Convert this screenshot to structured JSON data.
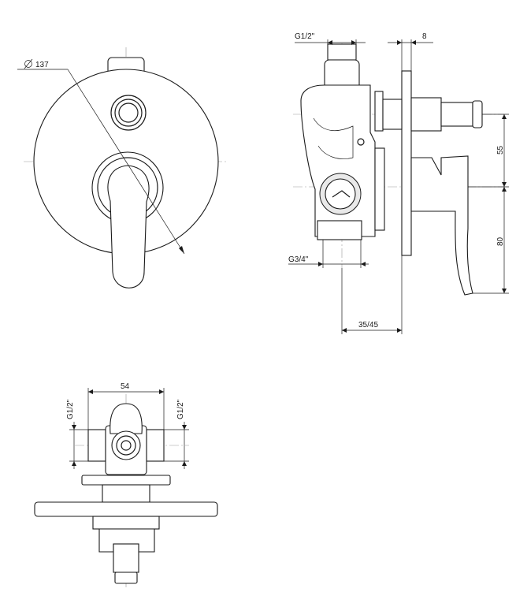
{
  "dimensions": {
    "diameter": "137",
    "g_top": "G1/2\"",
    "plate_thickness": "8",
    "height_upper": "55",
    "height_lower": "80",
    "g_bottom": "G3/4\"",
    "depth": "35/45",
    "width": "54",
    "g_left": "G1/2\"",
    "g_right": "G1/2\""
  }
}
